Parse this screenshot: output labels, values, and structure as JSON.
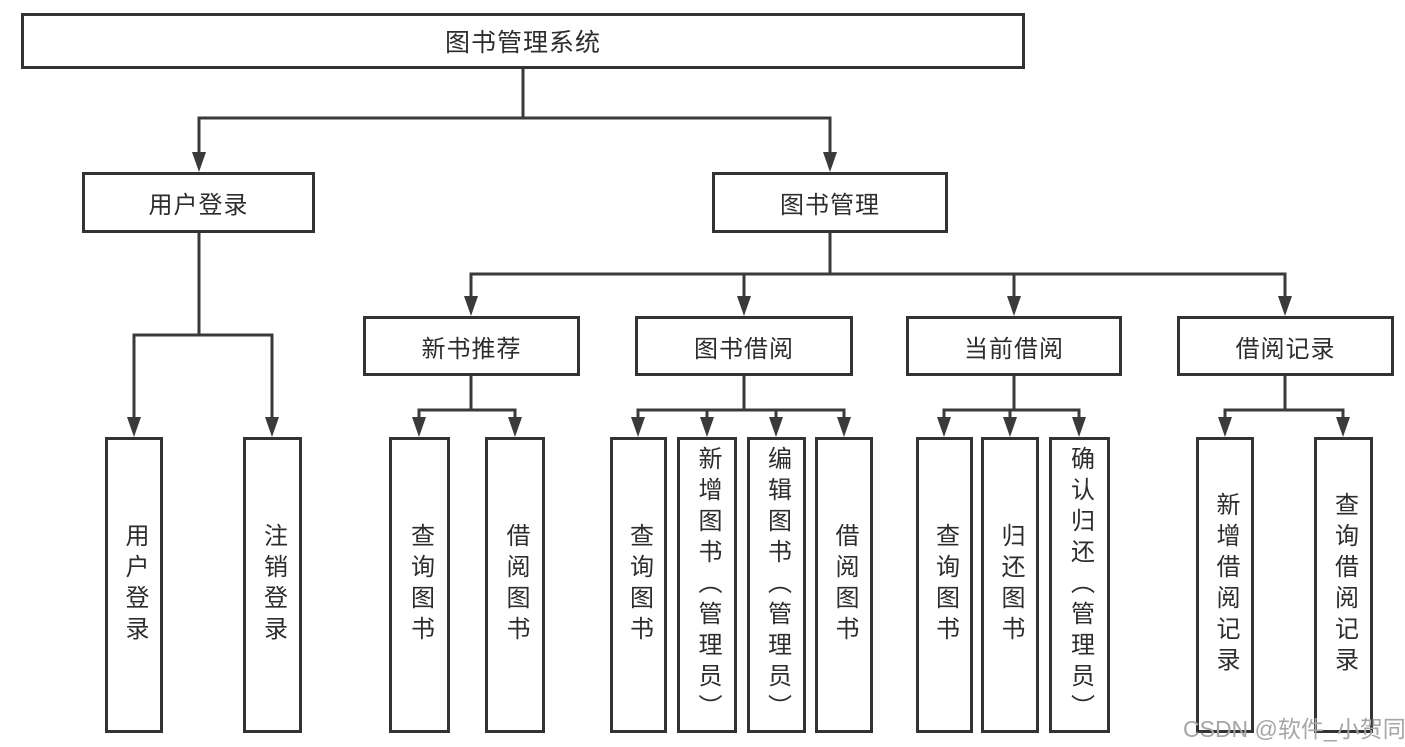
{
  "tree": {
    "root": {
      "label": "图书管理系统"
    },
    "branches": [
      {
        "label": "用户登录",
        "children": [
          {
            "label": "用户登录"
          },
          {
            "label": "注销登录"
          }
        ]
      },
      {
        "label": "图书管理",
        "children": [
          {
            "label": "新书推荐",
            "children": [
              {
                "label": "查询图书"
              },
              {
                "label": "借阅图书"
              }
            ]
          },
          {
            "label": "图书借阅",
            "children": [
              {
                "label": "查询图书"
              },
              {
                "label": "新增图书（管理员）"
              },
              {
                "label": "编辑图书（管理员）"
              },
              {
                "label": "借阅图书"
              }
            ]
          },
          {
            "label": "当前借阅",
            "children": [
              {
                "label": "查询图书"
              },
              {
                "label": "归还图书"
              },
              {
                "label": "确认归还（管理员）"
              }
            ]
          },
          {
            "label": "借阅记录",
            "children": [
              {
                "label": "新增借阅记录"
              },
              {
                "label": "查询借阅记录"
              }
            ]
          }
        ]
      }
    ]
  },
  "watermark": {
    "text": "CSDN @软件_小贺同学"
  },
  "colors": {
    "line": "#3a3a3a",
    "box_border": "#333333",
    "text": "#2d2d2d",
    "watermark": "#a6a6a6",
    "background": "#ffffff"
  }
}
